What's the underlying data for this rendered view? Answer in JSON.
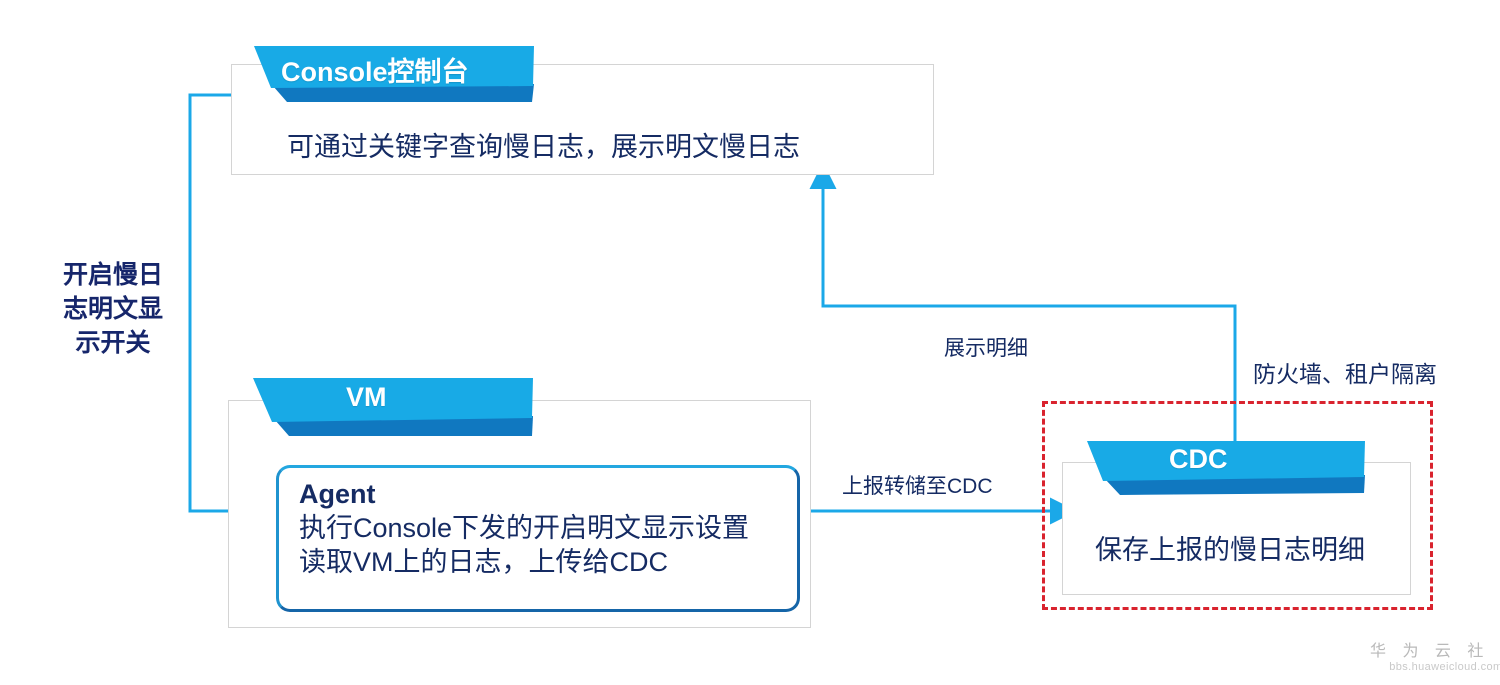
{
  "diagram": {
    "title_hidden": "",
    "colors": {
      "ribbon_blue": "#18AAE6",
      "ribbon_shadow": "#1078C0",
      "arrow_blue": "#1BA8E8",
      "text_navy": "#152B63",
      "box_border_grey": "#D4D4D4",
      "dashed_red": "#D9232E",
      "agent_border_dark": "#1565A8",
      "watermark_grey": "#B9B9B9"
    }
  },
  "side_note": {
    "lines": [
      "开启慢日志明",
      "志明文显",
      "示开关"
    ],
    "line1": "开启慢日",
    "line2": "志明文显",
    "line3": "示开关"
  },
  "console_box": {
    "banner_label": "Console控制台",
    "body_text": "可通过关键字查询慢日志，展示明文慢日志"
  },
  "vm_box": {
    "banner_label": "VM",
    "agent": {
      "title": "Agent",
      "line1": "执行Console下发的开启明文显示设置",
      "line2": "读取VM上的日志，上传给CDC"
    }
  },
  "cdc_box": {
    "banner_label": "CDC",
    "body_text": "保存上报的慢日志明细",
    "boundary_label": "防火墙、租户隔离"
  },
  "edges": {
    "console_to_agent": "",
    "agent_to_cdc": "上报转储至CDC",
    "cdc_to_console": "展示明细"
  },
  "watermark": {
    "cn": "华 为 云 社 区",
    "url": "bbs.huaweicloud.com"
  }
}
